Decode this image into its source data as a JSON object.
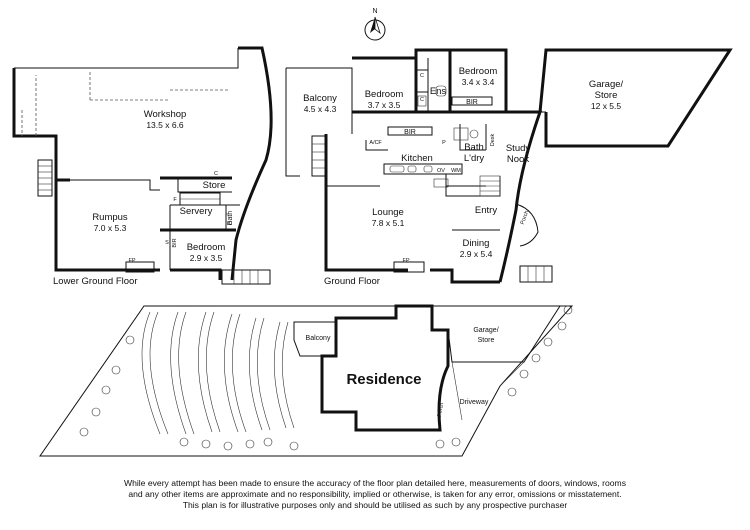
{
  "compass": {
    "label": "N"
  },
  "lower_ground": {
    "title": "Lower Ground Floor",
    "workshop": {
      "name": "Workshop",
      "dims": "13.5 x 6.6"
    },
    "rumpus": {
      "name": "Rumpus",
      "dims": "7.0 x 5.3"
    },
    "store": "Store",
    "servery": "Servery",
    "bath": "Bath",
    "bedroom": {
      "name": "Bedroom",
      "dims": "2.9 x 3.5"
    },
    "bir": "BIR",
    "fp": "FP",
    "c1": "C",
    "c2": "C",
    "f": "F",
    "s": "S"
  },
  "ground": {
    "title": "Ground Floor",
    "balcony": {
      "name": "Balcony",
      "dims": "4.5 x 4.3"
    },
    "bedroom1": {
      "name": "Bedroom",
      "dims": "3.7 x 3.5"
    },
    "bedroom2": {
      "name": "Bedroom",
      "dims": "3.4 x 3.4"
    },
    "ens": "Ens",
    "bir1": "BIR",
    "bir2": "BIR",
    "garage": {
      "name": "Garage/",
      "name2": "Store",
      "dims": "12 x 5.5"
    },
    "kitchen": "Kitchen",
    "bath": "Bath",
    "ldry": "L'dry",
    "study": "Study",
    "nook": "Nook",
    "desk": "Desk",
    "lounge": {
      "name": "Lounge",
      "dims": "7.8 x 5.1"
    },
    "entry": "Entry",
    "porch": "Porch",
    "dining": {
      "name": "Dining",
      "dims": "2.9 x 5.4"
    },
    "fp": "FP",
    "ac": "A/C",
    "ov": "OV",
    "wm": "WM",
    "f": "F",
    "p": "P",
    "c1": "C",
    "c2": "C"
  },
  "site": {
    "residence": "Residence",
    "balcony": "Balcony",
    "garage": "Garage/",
    "garage2": "Store",
    "driveway": "Driveway",
    "porch": "Porch"
  },
  "disclaimer": {
    "line1": "While every attempt has been made to ensure the accuracy of the floor plan detailed here, measurements of doors, windows, rooms",
    "line2": "and any other items are approximate and no responsibility, implied or otherwise, is taken for any error, omissions or misstatement.",
    "line3": "This plan is for illustrative purposes only and should be utilised as such by any prospective purchaser"
  }
}
